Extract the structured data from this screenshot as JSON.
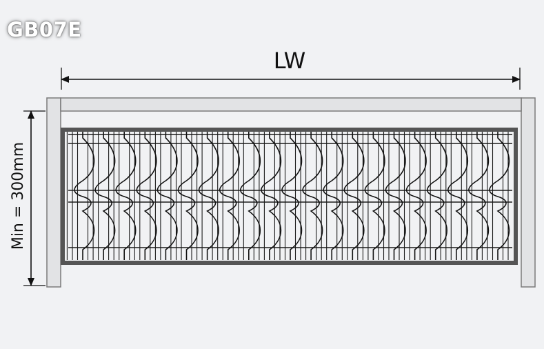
{
  "model_code": "GB07E",
  "dimensions": {
    "width_label": "LW",
    "height_label": "Min = 300mm"
  },
  "colors": {
    "background": "#f1f2f4",
    "frame_fill": "#e2e3e5",
    "frame_stroke": "#7a7a7a",
    "basket_rim": "#555555",
    "wire": "#1a1a1a"
  },
  "basket": {
    "wave_count": 21,
    "straight_wires_per_gap": 3
  }
}
